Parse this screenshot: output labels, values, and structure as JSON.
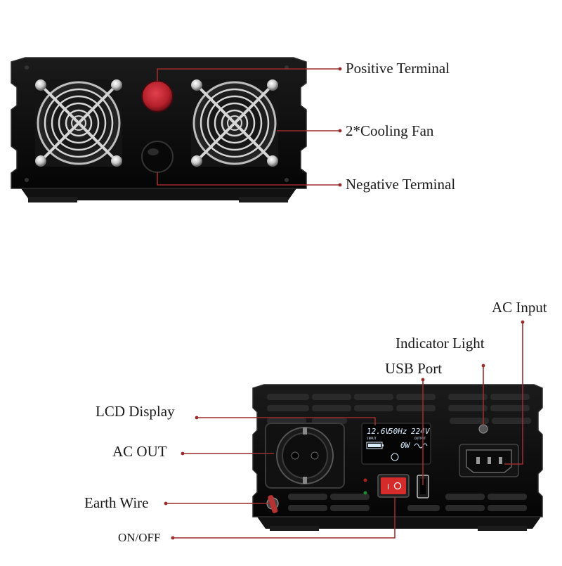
{
  "colors": {
    "background": "#ffffff",
    "device_body": "#0b0b0b",
    "device_edge": "#2a2a2a",
    "leader_line": "#9b2c2c",
    "positive_terminal": "#b5202b",
    "switch": "#d62b2b",
    "lcd_text": "#d8ecff",
    "text": "#1a1a1a"
  },
  "front_view": {
    "labels": {
      "positive_terminal": "Positive Terminal",
      "cooling_fan": "2*Cooling Fan",
      "negative_terminal": "Negative Terminal"
    },
    "fan_count": 2
  },
  "rear_view": {
    "labels": {
      "ac_input": "AC Input",
      "indicator_light": "Indicator Light",
      "usb_port": "USB Port",
      "lcd_display": "LCD Display",
      "ac_out": "AC OUT",
      "earth_wire": "Earth Wire",
      "on_off": "ON/OFF"
    },
    "lcd": {
      "input_voltage": "12.6V",
      "frequency": "50Hz",
      "output_voltage": "224V",
      "input_caption": "INPUT",
      "output_caption": "OUTPUT",
      "power": "0W"
    }
  },
  "icons": {
    "fan_guard": "fan-guard-icon",
    "screw": "screw-icon",
    "power_symbol": "power-symbol-icon",
    "battery": "battery-icon",
    "sine_wave": "sine-wave-icon"
  }
}
